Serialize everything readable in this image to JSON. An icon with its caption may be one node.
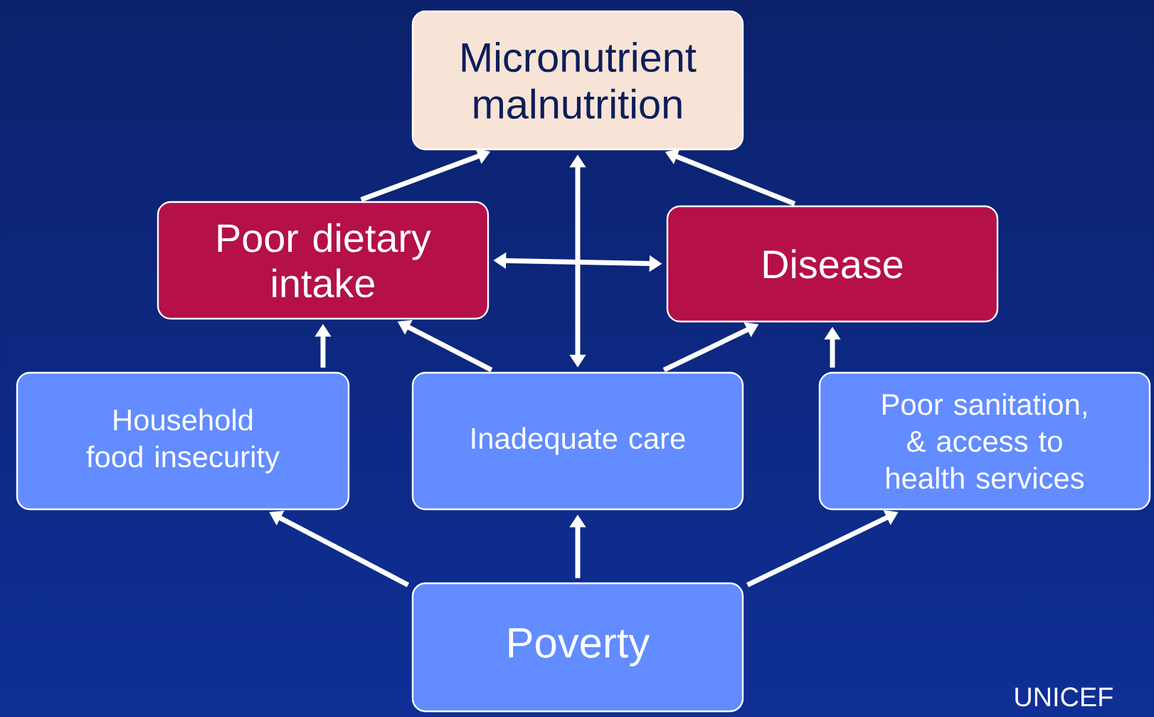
{
  "diagram": {
    "nodes": [
      {
        "text": [
          "Micronutrient malnutrition"
        ]
      },
      {
        "text": [
          "Poor dietary intake"
        ]
      },
      {
        "text": [
          "Disease"
        ]
      },
      {
        "text": [
          "Household food insecurity"
        ]
      },
      {
        "text": [
          "Inadequate care"
        ]
      },
      {
        "text": [
          "Poor sanitation, & access to health services"
        ]
      },
      {
        "text": [
          "Poverty"
        ]
      }
    ],
    "edges": [
      {
        "from": 1,
        "to": 0,
        "arrow": "to"
      },
      {
        "from": 2,
        "to": 0,
        "arrow": "to"
      },
      {
        "from": 1,
        "to": 2,
        "arrow": "both"
      },
      {
        "from": 4,
        "to": 0,
        "arrow": "both"
      },
      {
        "from": 3,
        "to": 1,
        "arrow": "to"
      },
      {
        "from": 4,
        "to": 1,
        "arrow": "to"
      },
      {
        "from": 4,
        "to": 2,
        "arrow": "to"
      },
      {
        "from": 5,
        "to": 2,
        "arrow": "to"
      },
      {
        "from": 6,
        "to": 3,
        "arrow": "to"
      },
      {
        "from": 6,
        "to": 4,
        "arrow": "to"
      },
      {
        "from": 6,
        "to": 5,
        "arrow": "to"
      }
    ],
    "labels": [
      "UNICEF"
    ]
  }
}
